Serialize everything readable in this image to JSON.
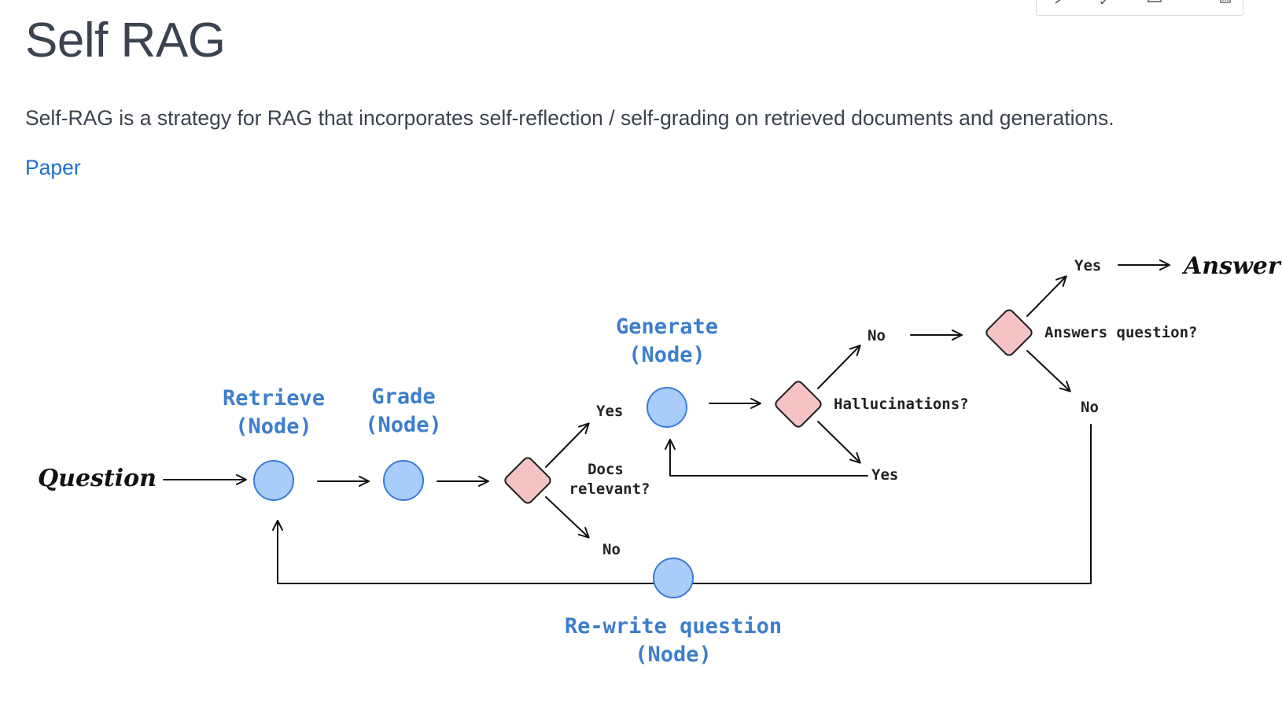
{
  "page": {
    "title": "Self RAG",
    "intro": "Self-RAG is a strategy for RAG that incorporates self-reflection / self-grading on retrieved documents and generations.",
    "paper_link": "Paper"
  },
  "toolbar": {
    "icons": [
      "run-icon",
      "edit-icon",
      "copy-icon",
      "delete-icon"
    ]
  },
  "diagram": {
    "question": "Question",
    "answer": "Answer",
    "retrieve_node": {
      "title": "Retrieve",
      "sub": "(Node)"
    },
    "grade_node": {
      "title": "Grade",
      "sub": "(Node)"
    },
    "generate_node": {
      "title": "Generate",
      "sub": "(Node)"
    },
    "rewrite_node": {
      "title": "Re-write question",
      "sub": "(Node)"
    },
    "docs_relevant": {
      "line1": "Docs",
      "line2": "relevant?"
    },
    "hallucinations": "Hallucinations?",
    "answers_question": "Answers question?",
    "labels": {
      "docs_yes": "Yes",
      "docs_no": "No",
      "halluc_no": "No",
      "halluc_yes": "Yes",
      "answers_yes": "Yes",
      "answers_no": "No"
    },
    "colors": {
      "node_fill": "#a8cdfb",
      "node_stroke": "#3c7bd8",
      "decision_fill": "#f6c3c5",
      "node_label": "#3d7ecb"
    }
  }
}
